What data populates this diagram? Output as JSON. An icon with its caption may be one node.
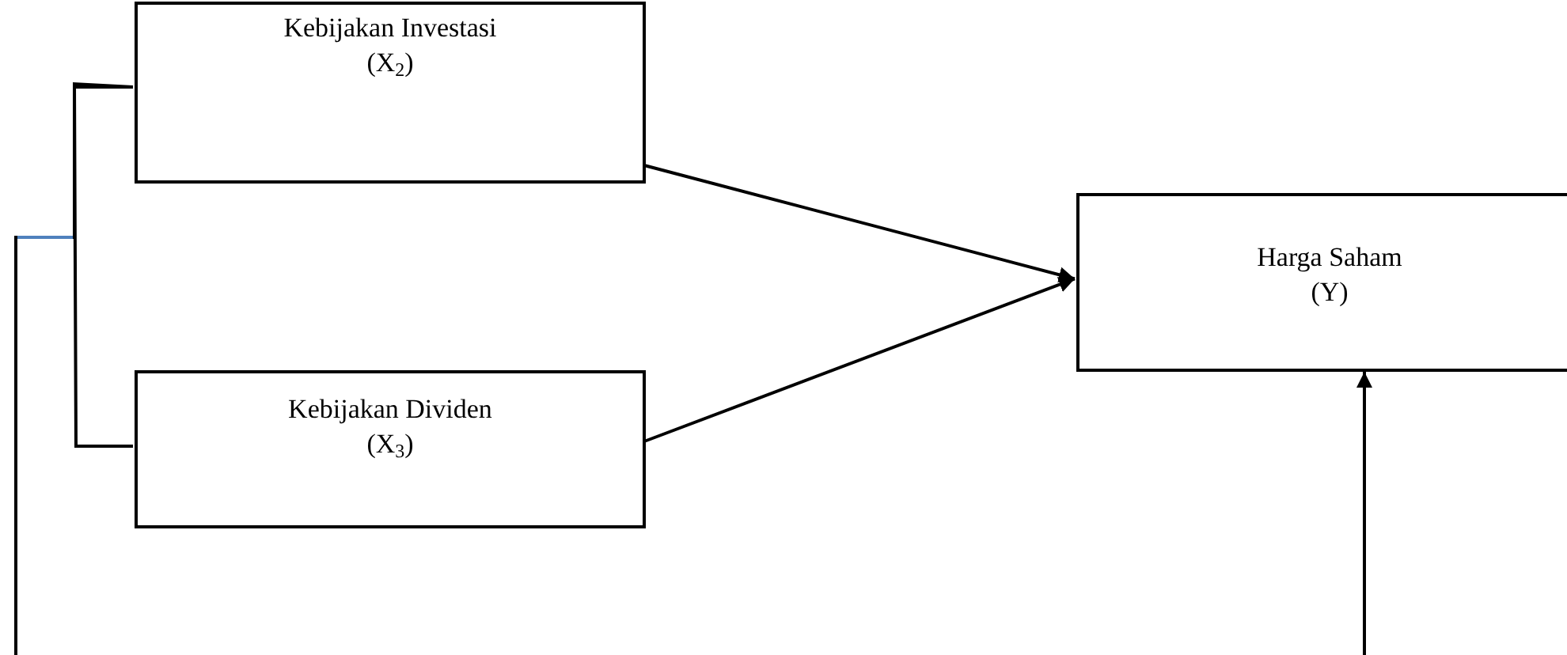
{
  "diagram": {
    "nodes": [
      {
        "text": [
          "Kebijakan Investasi",
          "(X$_{2}$)"
        ]
      },
      {
        "text": [
          "Kebijakan Dividen",
          "(X$_{3}$)"
        ]
      },
      {
        "text": [
          "Harga Saham",
          "(Y)"
        ]
      }
    ],
    "edges": [
      {
        "from": 0,
        "to": 2,
        "arrow": "to"
      },
      {
        "from": 1,
        "to": 2,
        "arrow": "to"
      },
      {
        "from": null,
        "to": 2,
        "arrow": "to"
      },
      {
        "from": 0,
        "to": 1,
        "arrow": "none"
      },
      {
        "from": null,
        "to": 0,
        "arrow": "none"
      }
    ]
  }
}
